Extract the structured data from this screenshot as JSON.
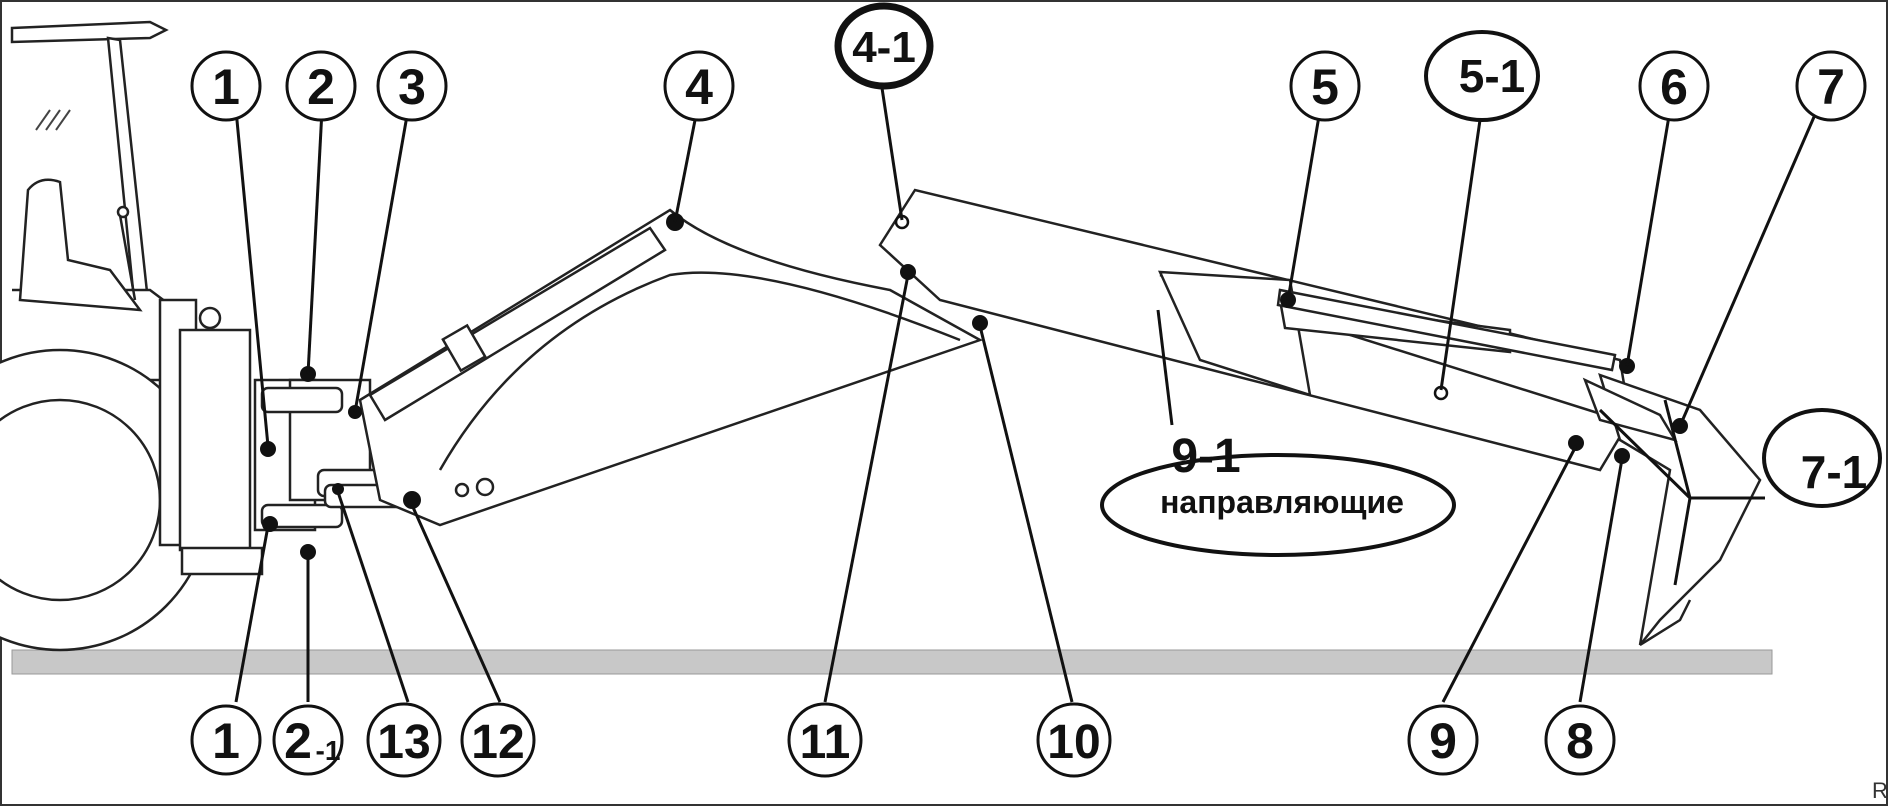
{
  "diagram": {
    "callouts": {
      "c1_top": "1",
      "c2_top": "2",
      "c3_top": "3",
      "c4_top": "4",
      "c4_1": "4-1",
      "c5_top": "5",
      "c5_1": "5-1",
      "c6_top": "6",
      "c7_top": "7",
      "c7_1": "7-1",
      "c9_1": "9-1",
      "c9_1_text": "направляющие",
      "c1_bottom": "1",
      "c2_bottom": "2",
      "c2_1_suffix": "-1",
      "c13_bottom": "13",
      "c12_bottom": "12",
      "c11_bottom": "11",
      "c10_bottom": "10",
      "c9_bottom": "9",
      "c8_bottom": "8"
    },
    "edge_mark": "R"
  },
  "colors": {
    "line": "#111111",
    "ground": "#c8c8c8",
    "machine_fill": "#ffffff"
  }
}
